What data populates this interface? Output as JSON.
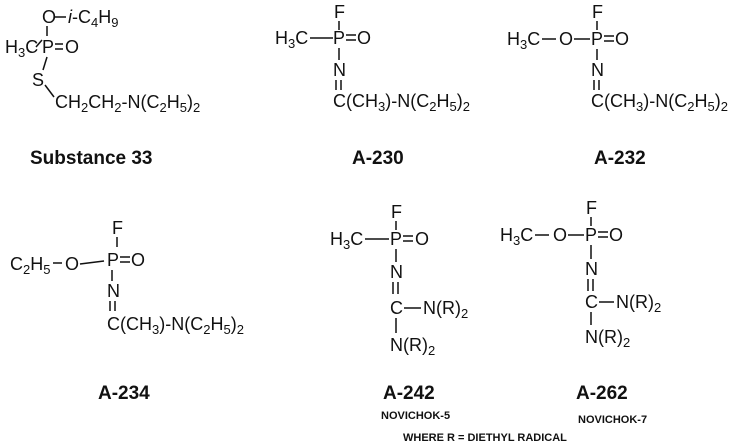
{
  "compounds": [
    {
      "id": "substance-33",
      "name": "Substance 33",
      "atoms": {
        "methyl": "H3C",
        "phosphorus": "P",
        "oxo": "O",
        "ester_o": "O",
        "ester_group": "i-C4H9",
        "sulfur": "S",
        "chain": "CH2CH2-N(C2H5)2"
      }
    },
    {
      "id": "a-230",
      "name": "A-230",
      "atoms": {
        "fluoro": "F",
        "methyl": "H3C",
        "phosphorus": "P",
        "oxo": "O",
        "imine_n": "N",
        "amidine": "C(CH3)-N(C2H5)2"
      }
    },
    {
      "id": "a-232",
      "name": "A-232",
      "atoms": {
        "fluoro": "F",
        "methoxy": "H3C",
        "ester_o": "O",
        "phosphorus": "P",
        "oxo": "O",
        "imine_n": "N",
        "amidine": "C(CH3)-N(C2H5)2"
      }
    },
    {
      "id": "a-234",
      "name": "A-234",
      "atoms": {
        "fluoro": "F",
        "ethoxy": "C2H5",
        "ester_o": "O",
        "phosphorus": "P",
        "oxo": "O",
        "imine_n": "N",
        "amidine": "C(CH3)-N(C2H5)2"
      }
    },
    {
      "id": "a-242",
      "name": "A-242",
      "alias": "NOVICHOK-5",
      "atoms": {
        "fluoro": "F",
        "methyl": "H3C",
        "phosphorus": "P",
        "oxo": "O",
        "imine_n": "N",
        "carbon": "C",
        "amine1": "N(R)2",
        "amine2": "N(R)2"
      }
    },
    {
      "id": "a-262",
      "name": "A-262",
      "alias": "NOVICHOK-7",
      "atoms": {
        "fluoro": "F",
        "methoxy": "H3C",
        "ester_o": "O",
        "phosphorus": "P",
        "oxo": "O",
        "imine_n": "N",
        "carbon": "C",
        "amine1": "N(R)2",
        "amine2": "N(R)2"
      }
    }
  ],
  "footnote": "WHERE R = DIETHYL RADICAL"
}
